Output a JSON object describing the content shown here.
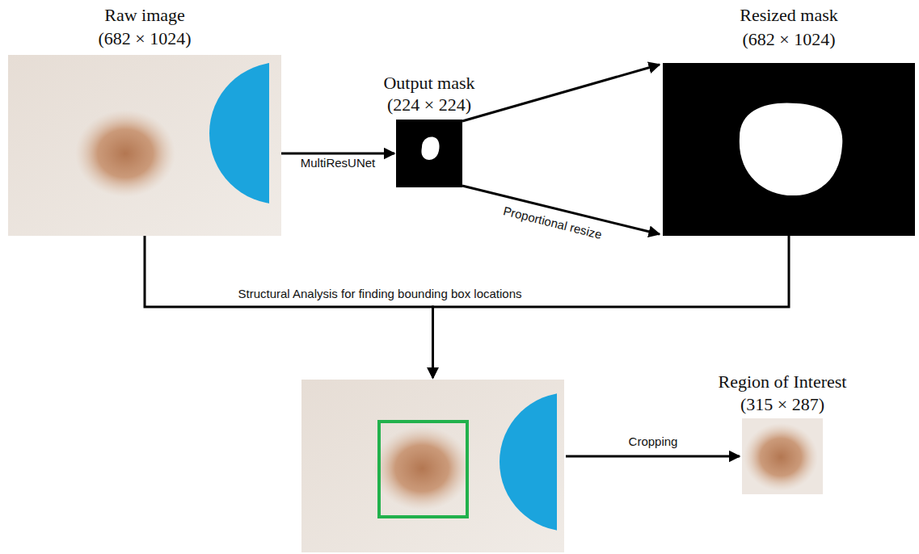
{
  "diagram": {
    "nodes": [
      {
        "text": [
          "Raw image",
          "(682 × 1024)"
        ]
      },
      {
        "text": [
          "Output mask",
          "(224 × 224)"
        ]
      },
      {
        "text": [
          "Resized mask",
          "(682 × 1024)"
        ]
      },
      {
        "text": []
      },
      {
        "text": [
          "Region of Interest",
          "(315 × 287)"
        ]
      }
    ],
    "edges": [
      {
        "from": 0,
        "to": 1,
        "label": "MultiResUNet",
        "arrow": "to"
      },
      {
        "from": 1,
        "to": 2,
        "arrow": "to"
      },
      {
        "from": 1,
        "to": 2,
        "label": "Proportional resize",
        "arrow": "to"
      },
      {
        "from": 0,
        "to": 3,
        "label": "Structural Analysis for finding bounding box locations",
        "arrow": "to"
      },
      {
        "from": 2,
        "to": 3,
        "arrow": "to"
      },
      {
        "from": 3,
        "to": 4,
        "label": "Cropping",
        "arrow": "to"
      }
    ]
  }
}
